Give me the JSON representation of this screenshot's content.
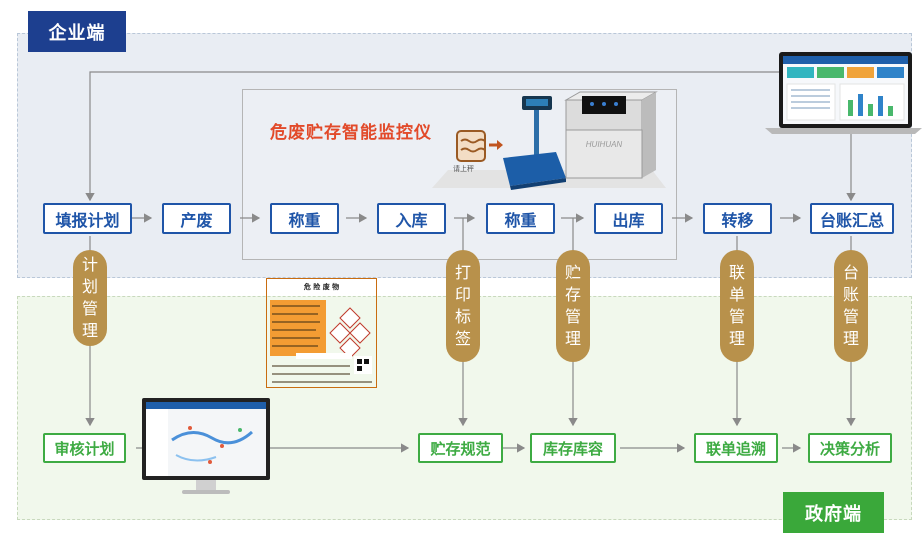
{
  "zones": {
    "enterprise": "企业端",
    "government": "政府端"
  },
  "device_title": "危废贮存智能监控仪",
  "device_brand": "HUIHUAN",
  "scale_caption": "请上秤",
  "enterprise_flow": [
    "填报计划",
    "产废",
    "称重",
    "入库",
    "称重",
    "出库",
    "转移",
    "台账汇总"
  ],
  "government_flow": [
    "审核计划",
    "贮存规范",
    "库存库容",
    "联单追溯",
    "决策分析"
  ],
  "vertical_labels": [
    {
      "text": [
        "计",
        "划",
        "管",
        "理"
      ]
    },
    {
      "text": [
        "打",
        "印",
        "标",
        "签"
      ]
    },
    {
      "text": [
        "贮",
        "存",
        "管",
        "理"
      ]
    },
    {
      "text": [
        "联",
        "单",
        "管",
        "理"
      ]
    },
    {
      "text": [
        "台",
        "账",
        "管",
        "理"
      ]
    }
  ],
  "hazard_label": {
    "title": "危 险 废 物"
  },
  "colors": {
    "enterprise_blue": "#1f55a8",
    "government_green": "#3eab43",
    "pill_gold": "#b8914b",
    "title_red": "#e24a2a"
  }
}
